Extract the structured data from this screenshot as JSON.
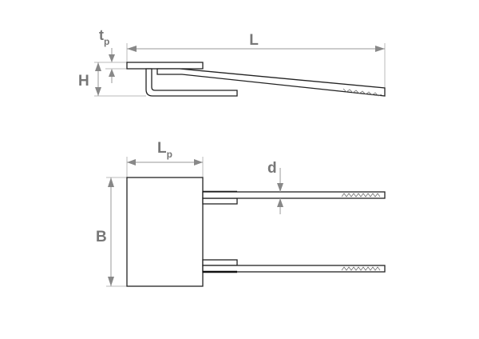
{
  "side_view": {
    "label_L": "L",
    "label_H": "H",
    "label_tp_main": "t",
    "label_tp_sub": "p"
  },
  "top_view": {
    "label_Lp_main": "L",
    "label_Lp_sub": "p",
    "label_B": "B",
    "label_d": "d"
  }
}
